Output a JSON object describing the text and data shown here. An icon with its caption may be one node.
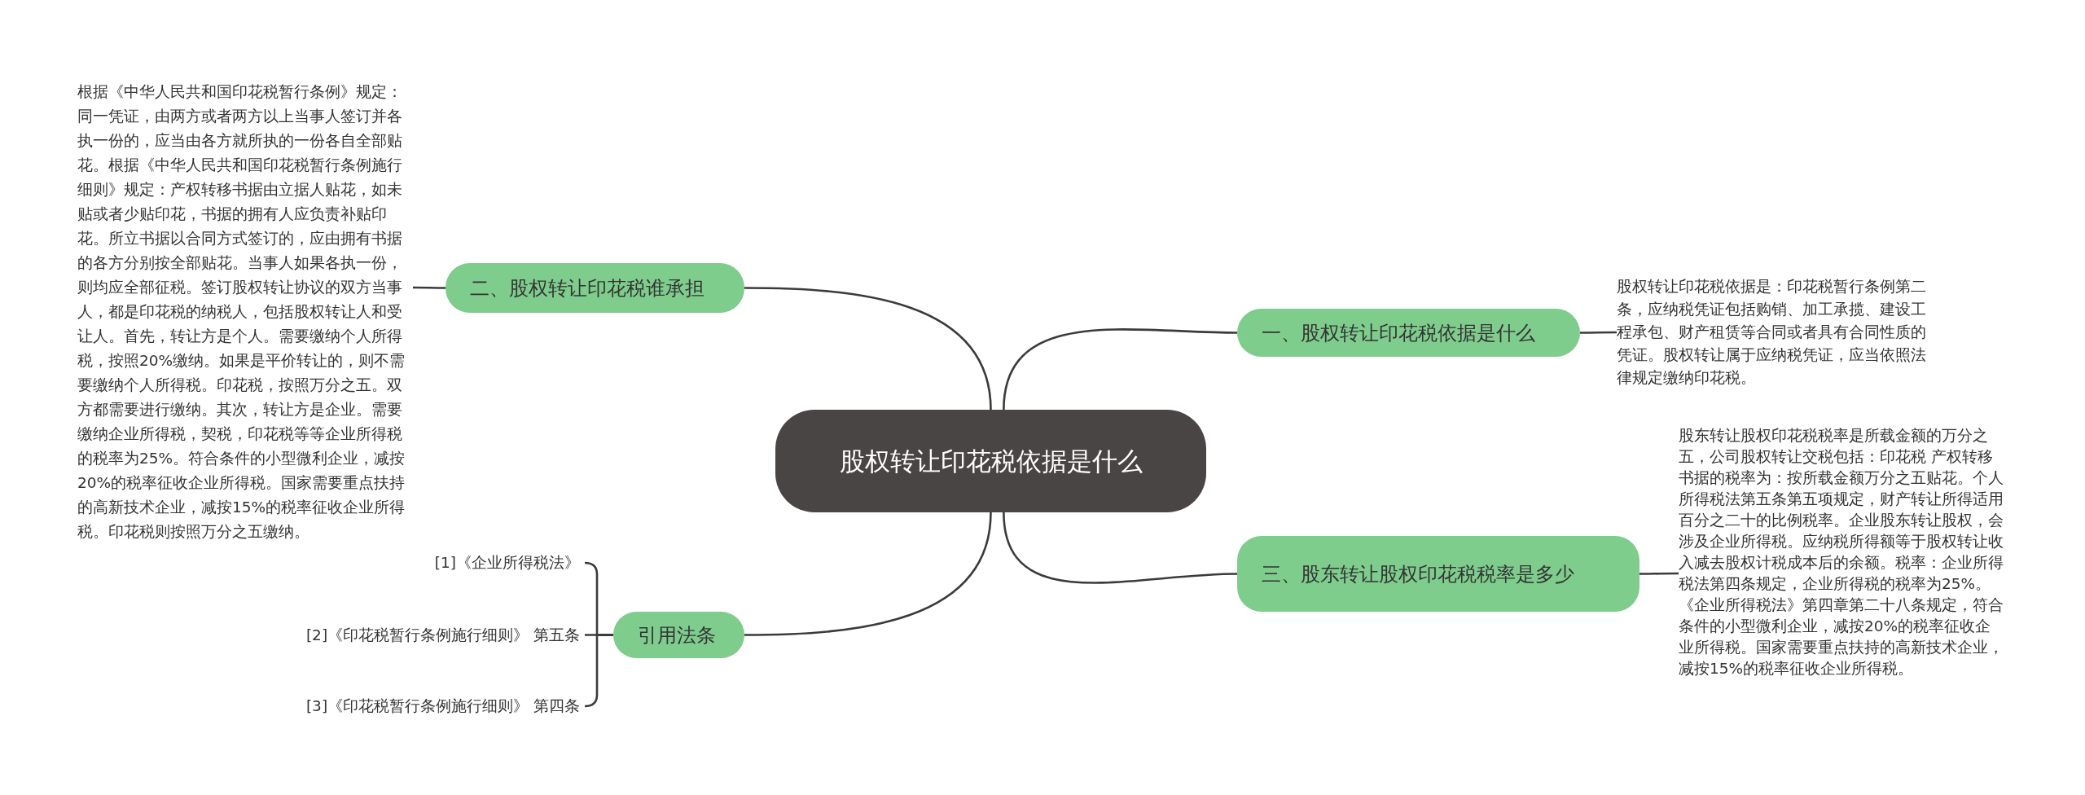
{
  "diagram": {
    "nodes": [
      {
        "text": [
          "股权转让印花税依据是什么"
        ]
      },
      {
        "text": [
          "一、股权转让印花税依据是什么"
        ]
      },
      {
        "text": [
          "股权转让印花税依据是：印花税暂行条例第二条，应纳税凭证包括购销、加工承揽、建设工程承包、财产租赁等合同或者具有合同性质的凭证。股权转让属于应纳税凭证，应当依照法律规定缴纳印花税。"
        ]
      },
      {
        "text": [
          "二、股权转让印花税谁承担"
        ]
      },
      {
        "text": [
          "根据《中华人民共和国印花税暂行条例》规定：同一凭证，由两方或者两方以上当事人签订并各执一份的，应当由各方就所执的一份各自全部贴花。根据《中华人民共和国印花税暂行条例施行细则》规定：产权转移书据由立据人贴花，如未贴或者少贴印花，书据的拥有人应负责补贴印花。所立书据以合同方式签订的，应由拥有书据的各方分别按全部贴花。当事人如果各执一份，则均应全部征税。签订股权转让协议的双方当事人，都是印花税的纳税人，包括股权转让人和受让人。首先，转让方是个人。需要缴纳个人所得税，按照20%缴纳。如果是平价转让的，则不需要缴纳个人所得税。印花税，按照万分之五。双方都需要进行缴纳。其次，转让方是企业。需要缴纳企业所得税，契税，印花税等等企业所得税的税率为25%。符合条件的小型微利企业，减按20%的税率征收企业所得税。国家需要重点扶持的高新技术企业，减按15%的税率征收企业所得税。印花税则按照万分之五缴纳。"
        ]
      },
      {
        "text": [
          "三、股东转让股权印花税税率是多少"
        ]
      },
      {
        "text": [
          "股东转让股权印花税税率是所载金额的万分之五，公司股权转让交税包括：印花税 产权转移书据的税率为：按所载金额万分之五贴花。个人所得税法第五条第五项规定，财产转让所得适用百分之二十的比例税率。企业股东转让股权，会涉及企业所得税。应纳税所得额等于股权转让收入减去股权计税成本后的余额。税率：企业所得税法第四条规定，企业所得税的税率为25%。《企业所得税法》第四章第二十八条规定，符合条件的小型微利企业，减按20%的税率征收企业所得税。国家需要重点扶持的高新技术企业，减按15%的税率征收企业所得税。"
        ]
      },
      {
        "text": [
          "引用法条"
        ]
      },
      {
        "text": [
          "[1]《企业所得税法》"
        ]
      },
      {
        "text": [
          "[2]《印花税暂行条例施行细则》 第五条"
        ]
      },
      {
        "text": [
          "[3]《印花税暂行条例施行细则》 第四条"
        ]
      }
    ],
    "edges": [
      {
        "from": 0,
        "to": 1,
        "arrow": "none"
      },
      {
        "from": 1,
        "to": 2,
        "arrow": "none"
      },
      {
        "from": 0,
        "to": 3,
        "arrow": "none"
      },
      {
        "from": 3,
        "to": 4,
        "arrow": "none"
      },
      {
        "from": 0,
        "to": 5,
        "arrow": "none"
      },
      {
        "from": 5,
        "to": 6,
        "arrow": "none"
      },
      {
        "from": 0,
        "to": 7,
        "arrow": "none"
      },
      {
        "from": 7,
        "to": 8,
        "arrow": "none"
      },
      {
        "from": 7,
        "to": 9,
        "arrow": "none"
      },
      {
        "from": 7,
        "to": 10,
        "arrow": "none"
      }
    ]
  }
}
